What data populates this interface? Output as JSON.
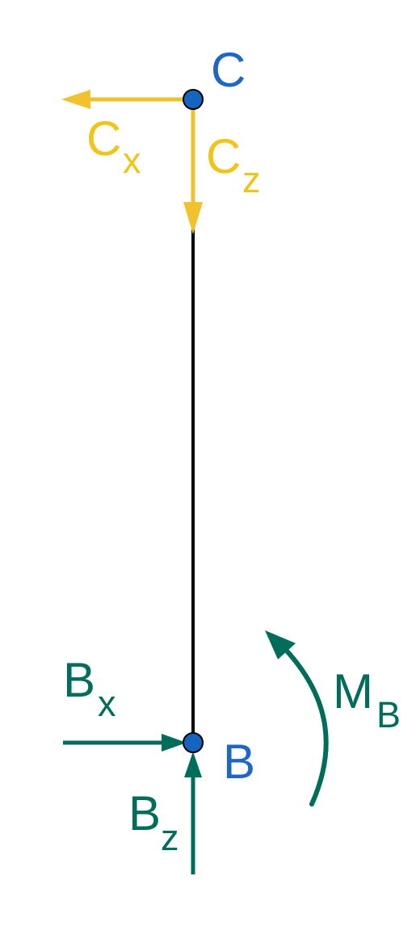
{
  "colors": {
    "member": "#000000",
    "node_fill": "#1565c0",
    "node_label": "#1e66c8",
    "reaction_c": "#f2c12e",
    "reaction_c_text": "#f0c419",
    "reaction_b": "#006d5b"
  },
  "nodes": {
    "top": {
      "label": "C"
    },
    "bottom": {
      "label": "B"
    }
  },
  "reactions": {
    "cx": {
      "main": "C",
      "sub": "x"
    },
    "cz": {
      "main": "C",
      "sub": "z"
    },
    "bx": {
      "main": "B",
      "sub": "x"
    },
    "bz": {
      "main": "B",
      "sub": "z"
    },
    "mb": {
      "main": "M",
      "sub": "B"
    }
  }
}
